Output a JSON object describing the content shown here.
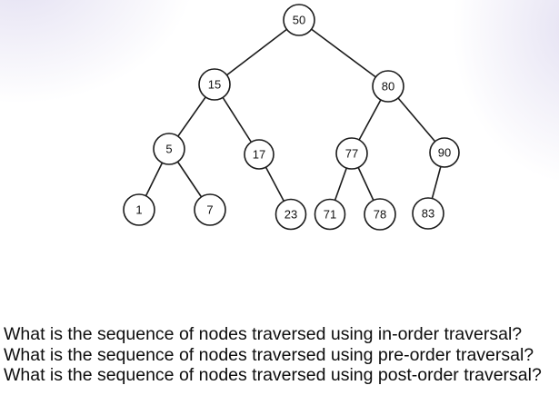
{
  "colors": {
    "edge_stroke": "#1b1b1b",
    "node_fill": "#ffffff",
    "text": "#0d0d0d",
    "corner_tint": "#e8e4f5",
    "background": "#ffffff"
  },
  "tree": {
    "type": "binary-search-tree",
    "nodes": [
      {
        "label": "50"
      },
      {
        "label": "15"
      },
      {
        "label": "80"
      },
      {
        "label": "5"
      },
      {
        "label": "17"
      },
      {
        "label": "77"
      },
      {
        "label": "90"
      },
      {
        "label": "1"
      },
      {
        "label": "7"
      },
      {
        "label": "23"
      },
      {
        "label": "71"
      },
      {
        "label": "78"
      },
      {
        "label": "83"
      }
    ],
    "edges": [
      [
        "50",
        "15"
      ],
      [
        "50",
        "80"
      ],
      [
        "15",
        "5"
      ],
      [
        "15",
        "17"
      ],
      [
        "80",
        "77"
      ],
      [
        "80",
        "90"
      ],
      [
        "5",
        "1"
      ],
      [
        "5",
        "7"
      ],
      [
        "17",
        "23"
      ],
      [
        "77",
        "71"
      ],
      [
        "77",
        "78"
      ],
      [
        "90",
        "83"
      ]
    ]
  },
  "questions": [
    "What is the sequence of nodes traversed using in-order traversal?",
    "What is the sequence of nodes traversed using pre-order traversal?",
    "What is the sequence of nodes traversed using post-order traversal?"
  ]
}
